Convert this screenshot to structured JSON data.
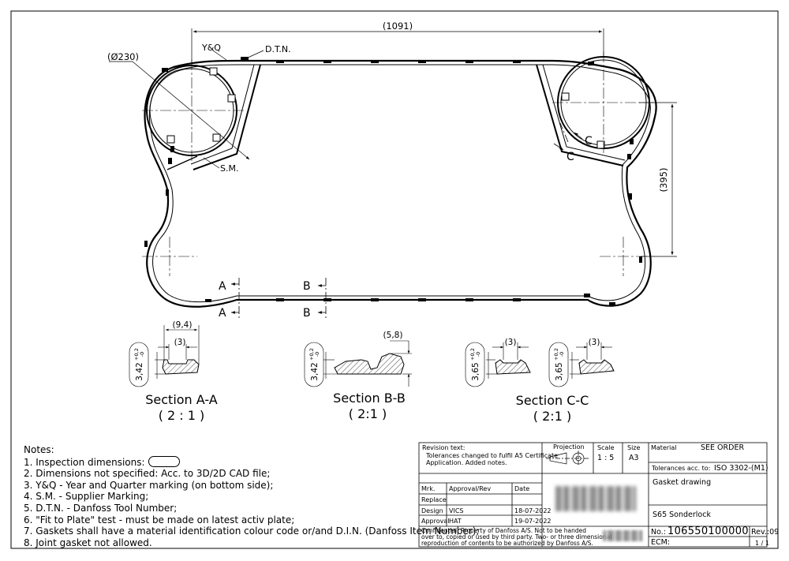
{
  "drawing": {
    "dim_overall_length": "(1091)",
    "dim_diameter": "(Ø230)",
    "dim_port_height": "(395)",
    "label_yq": "Y&Q",
    "label_dtn": "D.T.N.",
    "label_sm": "S.M.",
    "marker_a": "A",
    "marker_b": "B",
    "marker_c": "C"
  },
  "sections": [
    {
      "title": "Section A-A",
      "scale": "( 2 : 1 )",
      "dim_top": "(9,4)",
      "dim_inner": "(3)",
      "dim_height": "3,42",
      "tol_plus": "+0,2",
      "tol_minus": "-0"
    },
    {
      "title": "Section B-B",
      "scale": "( 2:1 )",
      "dim_side": "(5,8)",
      "dim_height": "3,42",
      "tol_plus": "+0,2",
      "tol_minus": "-0"
    },
    {
      "title": "Section C-C",
      "scale": "( 2:1 )",
      "dim_inner_1": "(3)",
      "dim_inner_2": "(3)",
      "dim_height_1": "3,65",
      "dim_height_2": "3,65",
      "tol_plus": "+0,2",
      "tol_minus": "-0"
    }
  ],
  "notes": {
    "heading": "Notes:",
    "items": [
      "1. Inspection dimensions:",
      "2. Dimensions not specified: Acc. to 3D/2D CAD file;",
      "3. Y&Q - Year and Quarter marking (on bottom side);",
      "4. S.M. - Supplier Marking;",
      "5. D.T.N. - Danfoss Tool Number;",
      "6. \"Fit to Plate\" test - must be made on latest activ plate;",
      "7. Gaskets shall have a material identification colour code or/and D.I.N. (Danfoss Item Number);",
      "8. Joint gasket not allowed."
    ]
  },
  "title_block": {
    "revision_label": "Revision text:",
    "revision_text_1": "Tolerances changed to fulfil A5 Certificate",
    "revision_text_2": "Application. Added notes.",
    "projection_label": "Projection",
    "scale_label": "Scale",
    "scale_value": "1 : 5",
    "size_label": "Size",
    "size_value": "A3",
    "material_label": "Material",
    "material_value": "SEE ORDER",
    "tolerances_label": "Tolerances acc. to:",
    "tolerances_value": "ISO 3302-(M1)",
    "col_mrk": "Mrk.",
    "col_approval": "Approval/Rev",
    "col_date": "Date",
    "row_replace": "Replace",
    "row_design": "Design",
    "design_by": "VICS",
    "design_date": "18-07-2022",
    "row_approval": "Approval",
    "approval_by": "HAT",
    "approval_date": "19-07-2022",
    "description_1": "Gasket drawing",
    "description_2": "S65 Sonderlock",
    "confidential_1": "Confidential: Property of Danfoss A/S. Not to be handed",
    "confidential_2": "over to, copied or used by third party. Two- or three dimensional",
    "confidential_3": "reproduction of contents to be authorized by Danfoss A/S.",
    "no_label": "No.:",
    "no_value": "106550100000",
    "rev_label": "Rev.:",
    "rev_value": "09",
    "ecm_label": "ECM:",
    "sheet_value": "1 / 1"
  }
}
